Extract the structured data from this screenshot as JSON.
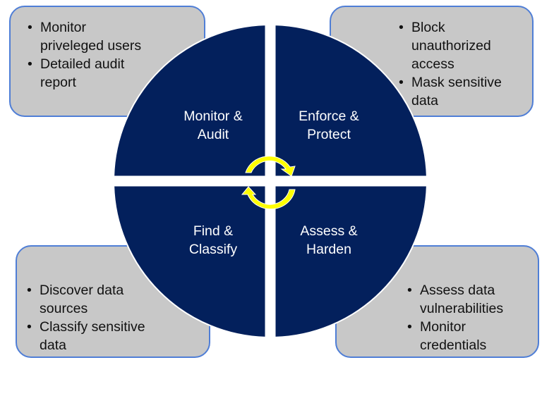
{
  "colors": {
    "quadrant_fill": "#03205c",
    "box_fill": "#c8c8c8",
    "box_border": "#4f7ed6",
    "arrow": "#ffff00"
  },
  "quadrants": [
    {
      "id": "monitor-audit",
      "line1": "Monitor &",
      "line2": "Audit"
    },
    {
      "id": "enforce-protect",
      "line1": "Enforce &",
      "line2": "Protect"
    },
    {
      "id": "find-classify",
      "line1": "Find &",
      "line2": "Classify"
    },
    {
      "id": "assess-harden",
      "line1": "Assess &",
      "line2": "Harden"
    }
  ],
  "boxes": {
    "top_left": [
      "Monitor priveleged users",
      "Detailed audit report"
    ],
    "top_right": [
      "Block unauthorized access",
      "Mask sensitive data"
    ],
    "bottom_left": [
      "Discover data sources",
      "Classify sensitive data"
    ],
    "bottom_right": [
      "Assess data vulnerabilities",
      "Monitor credentials"
    ]
  },
  "center_icon": "cycle-arrows-icon"
}
